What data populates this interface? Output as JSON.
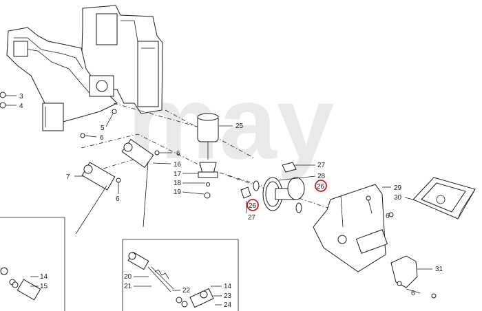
{
  "diagram": {
    "watermark": "may",
    "highlight_color": "#d01818",
    "line_color": "#1a1a1a",
    "labels": [
      "3",
      "4",
      "5",
      "6",
      "6",
      "6",
      "7",
      "6",
      "16",
      "17",
      "18",
      "19",
      "25",
      "27",
      "28",
      "26",
      "26",
      "27",
      "29",
      "30",
      "6",
      "31",
      "6",
      "14",
      "15",
      "20",
      "21",
      "22",
      "14",
      "23",
      "24"
    ]
  }
}
